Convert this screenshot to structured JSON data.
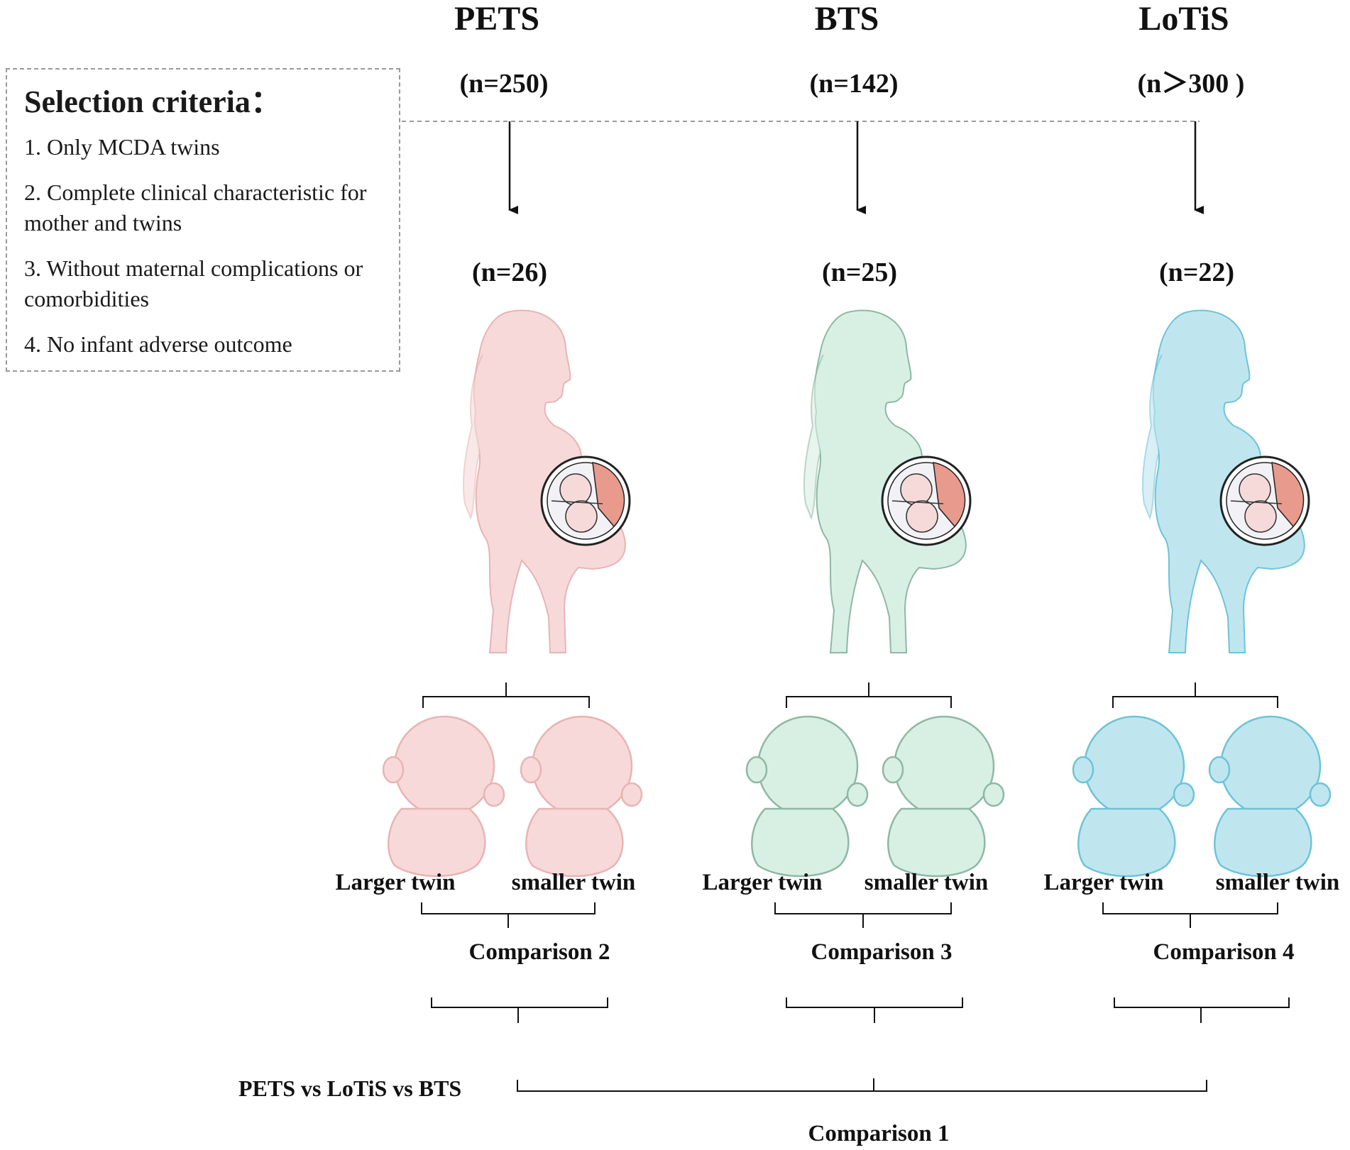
{
  "criteria": {
    "title": "Selection criteria：",
    "items": [
      "1. Only MCDA twins",
      "2. Complete clinical characteristic for mother and twins",
      "3. Without maternal complications or comorbidities",
      "4. No infant adverse outcome"
    ]
  },
  "groups": [
    {
      "name": "PETS",
      "n_total": "(n=250)",
      "n_selected": "(n=26)",
      "larger": "Larger twin",
      "smaller": "smaller twin",
      "comparison": "Comparison 2",
      "color": "#f7d9d9",
      "stroke": "#e8b4b4"
    },
    {
      "name": "BTS",
      "n_total": "(n=142)",
      "n_selected": "(n=25)",
      "larger": "Larger twin",
      "smaller": "smaller twin",
      "comparison": "Comparison 3",
      "color": "#d8f0e4",
      "stroke": "#8fb8a4"
    },
    {
      "name": "LoTiS",
      "n_total": "(n＞300 )",
      "n_selected": "(n=22)",
      "larger": "Larger twin",
      "smaller": "smaller twin",
      "comparison": "Comparison 4",
      "color": "#bfe6ef",
      "stroke": "#6fc3d6"
    }
  ],
  "overall": {
    "label": "PETS vs LoTiS vs BTS",
    "comparison": "Comparison 1"
  },
  "icons": {
    "mother": "pregnant-woman-icon",
    "fetus": "twin-fetuses-icon",
    "baby": "infant-icon"
  }
}
